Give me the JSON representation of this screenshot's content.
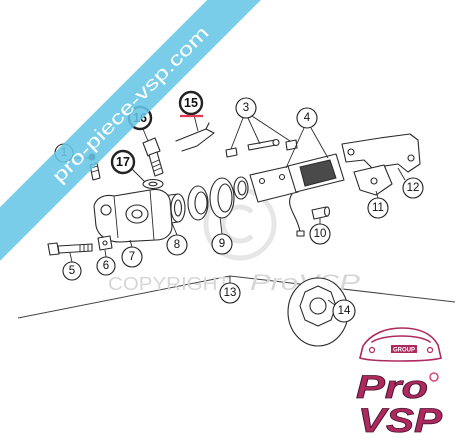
{
  "banner": {
    "text": "pro-piece-vsp.com"
  },
  "callouts": {
    "p1": {
      "label": "1"
    },
    "p3": {
      "label": "3"
    },
    "p4": {
      "label": "4"
    },
    "p5": {
      "label": "5"
    },
    "p6": {
      "label": "6"
    },
    "p7": {
      "label": "7"
    },
    "p8": {
      "label": "8"
    },
    "p9": {
      "label": "9"
    },
    "p10": {
      "label": "10"
    },
    "p11": {
      "label": "11"
    },
    "p12": {
      "label": "12"
    },
    "p13": {
      "label": "13"
    },
    "p14": {
      "label": "14"
    },
    "p15": {
      "label": "15",
      "bold": true,
      "highlighted": true
    },
    "p16": {
      "label": "16",
      "bold": true
    },
    "p17": {
      "label": "17",
      "bold": true
    }
  },
  "watermark": {
    "copyright": "COPYRIGHT",
    "brand": "ProVSP"
  },
  "logo": {
    "group": "GROUP",
    "pro": "Pro",
    "vsp": "VSP"
  },
  "colors": {
    "banner": "#66c6e6",
    "highlight": "#e0394f",
    "watermark": "#d6d6d6",
    "logo": "#ad2a5e"
  }
}
